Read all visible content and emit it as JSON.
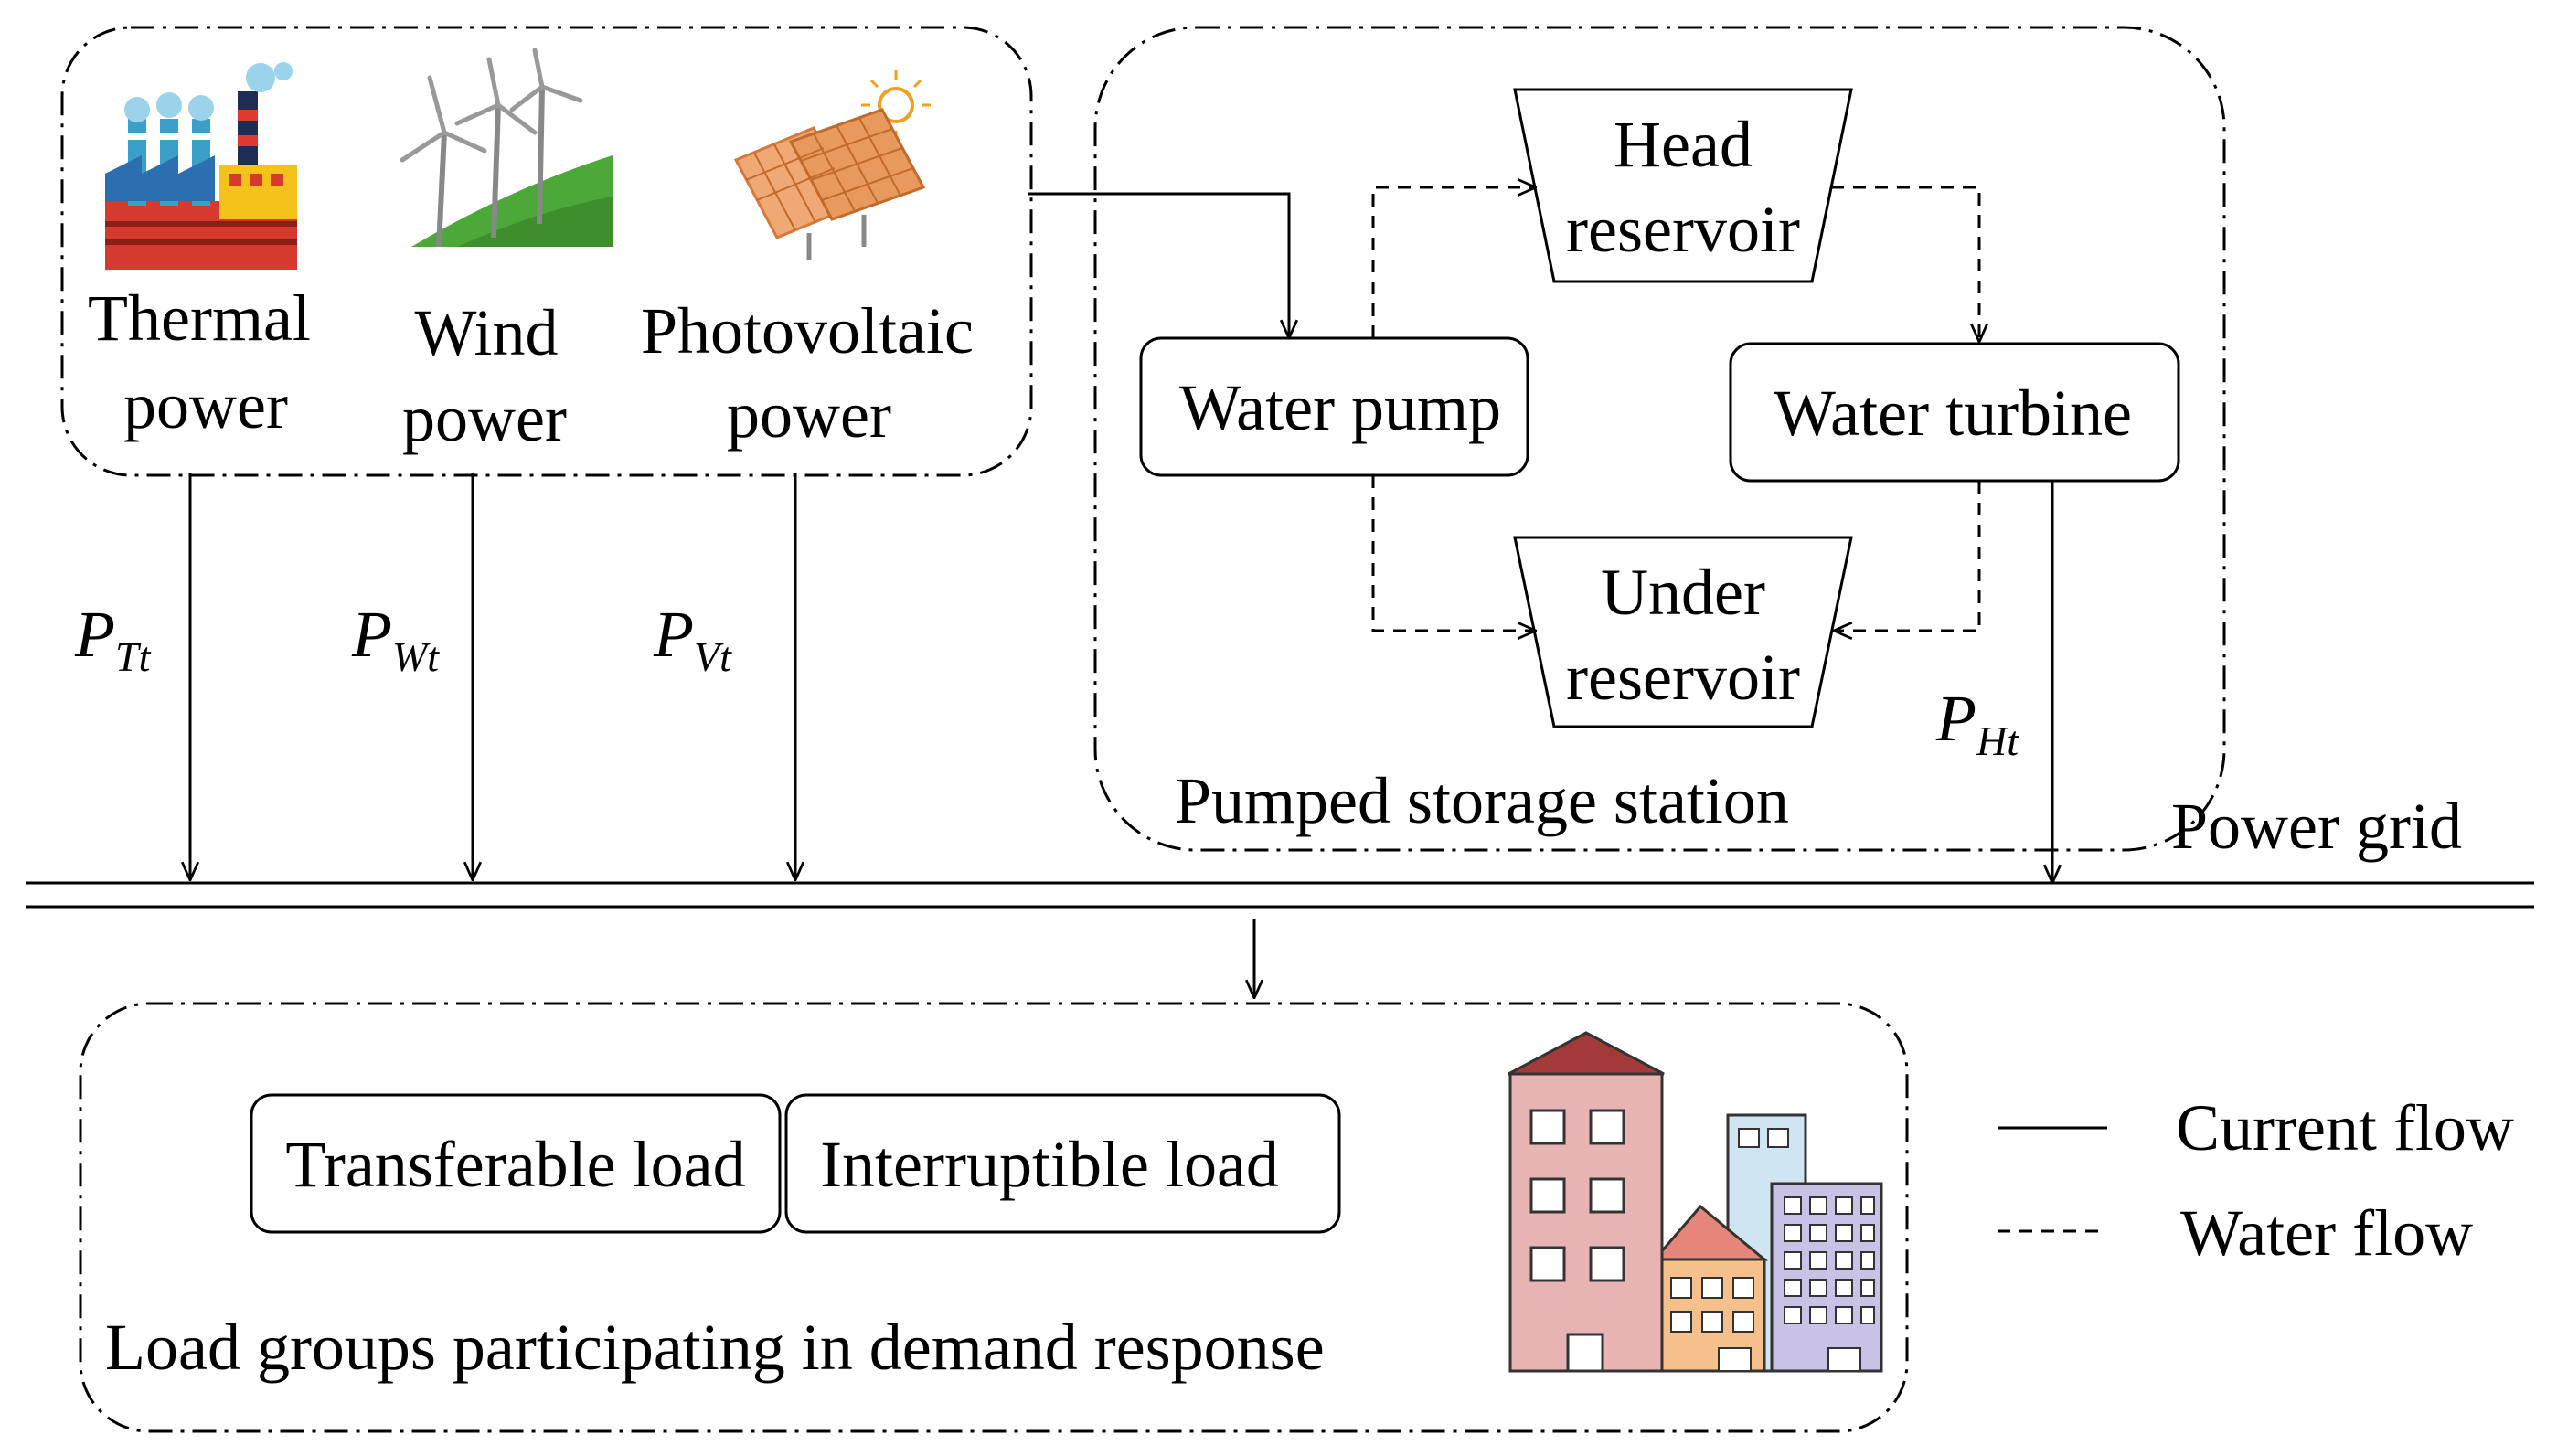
{
  "sources": {
    "thermal": [
      "Thermal",
      "power"
    ],
    "wind": [
      "Wind",
      "power"
    ],
    "pv": [
      "Photovoltaic",
      "power"
    ]
  },
  "symbols": {
    "thermal": {
      "base": "P",
      "sub": "Tt"
    },
    "wind": {
      "base": "P",
      "sub": "Wt"
    },
    "pv": {
      "base": "P",
      "sub": "Vt"
    },
    "hydro": {
      "base": "P",
      "sub": "Ht"
    }
  },
  "station": {
    "title": "Pumped storage station",
    "head_reservoir": [
      "Head",
      "reservoir"
    ],
    "under_reservoir": [
      "Under",
      "reservoir"
    ],
    "water_pump": "Water pump",
    "water_turbine": "Water turbine"
  },
  "grid_label": "Power grid",
  "loads": {
    "title": "Load groups participating in demand response",
    "transferable": "Transferable load",
    "interruptible": "Interruptible load"
  },
  "legend": {
    "current": "Current flow",
    "water": "Water flow"
  },
  "icons": {
    "thermal": "factory-icon",
    "wind": "wind-turbine-icon",
    "pv": "solar-panel-icon",
    "city": "city-buildings-icon"
  }
}
